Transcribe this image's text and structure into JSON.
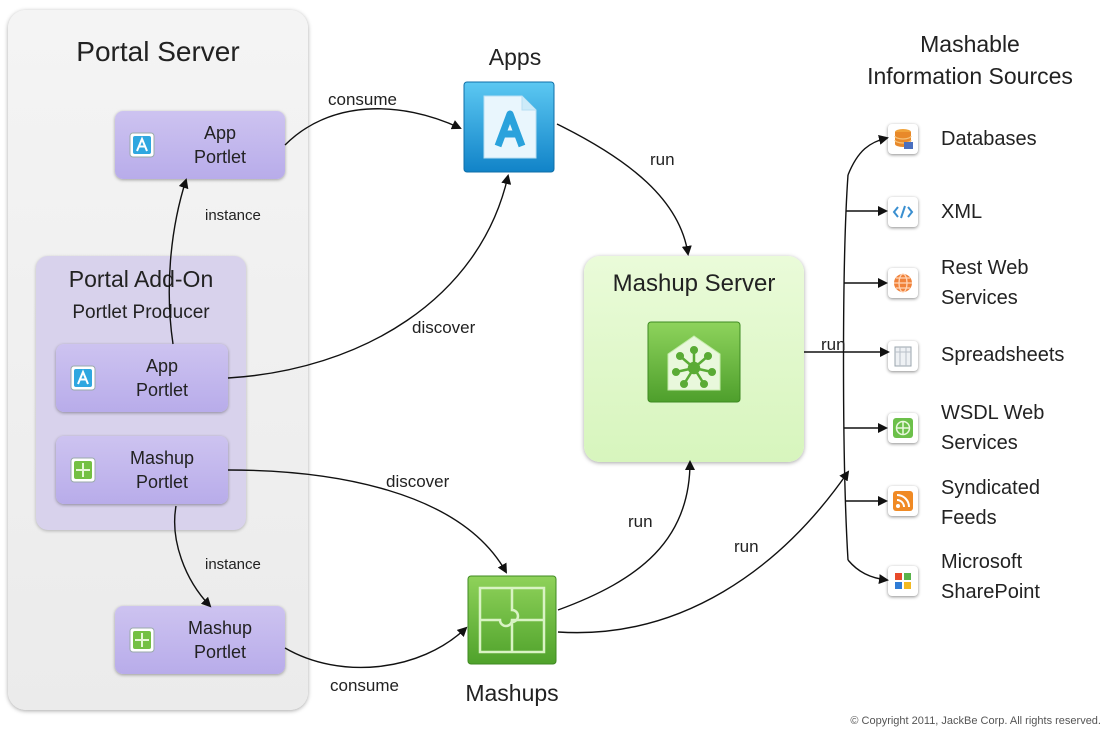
{
  "portal_server": {
    "title": "Portal Server",
    "app_portlet": {
      "line1": "App",
      "line2": "Portlet"
    },
    "mashup_portlet": {
      "line1": "Mashup",
      "line2": "Portlet"
    }
  },
  "portal_addon": {
    "title": "Portal Add-On",
    "subtitle": "Portlet Producer",
    "app_portlet": {
      "line1": "App",
      "line2": "Portlet"
    },
    "mashup_portlet": {
      "line1": "Mashup",
      "line2": "Portlet"
    }
  },
  "apps": {
    "title": "Apps",
    "icon": "apps-icon"
  },
  "mashups": {
    "title": "Mashups",
    "icon": "mashups-puzzle-icon"
  },
  "mashup_server": {
    "title": "Mashup Server",
    "icon": "mashup-server-hub-icon"
  },
  "sources": {
    "title_line1": "Mashable",
    "title_line2": "Information Sources",
    "items": [
      {
        "line1": "Databases",
        "line2": "",
        "icon": "database-icon"
      },
      {
        "line1": "XML",
        "line2": "",
        "icon": "xml-icon"
      },
      {
        "line1": "Rest Web",
        "line2": "Services",
        "icon": "rest-web-services-icon"
      },
      {
        "line1": "Spreadsheets",
        "line2": "",
        "icon": "spreadsheet-icon"
      },
      {
        "line1": "WSDL Web",
        "line2": "Services",
        "icon": "wsdl-icon"
      },
      {
        "line1": "Syndicated",
        "line2": "Feeds",
        "icon": "rss-feed-icon"
      },
      {
        "line1": "Microsoft",
        "line2": "SharePoint",
        "icon": "sharepoint-icon"
      }
    ]
  },
  "edge_labels": {
    "consume_top": "consume",
    "consume_bottom": "consume",
    "instance_top": "instance",
    "instance_bottom": "instance",
    "discover_top": "discover",
    "discover_bottom": "discover",
    "run_apps": "run",
    "run_server": "run",
    "run_mashups_server": "run",
    "run_mashups_sources": "run"
  },
  "colors": {
    "portlet": "#b8acea",
    "addon_panel": "#d8d2ec",
    "mashup_server_panel": "#d7f5bd",
    "apps_blue": "#29a6e0",
    "mashups_green": "#6cbb3c"
  },
  "copyright": "© Copyright 2011, JackBe  Corp. All rights reserved."
}
